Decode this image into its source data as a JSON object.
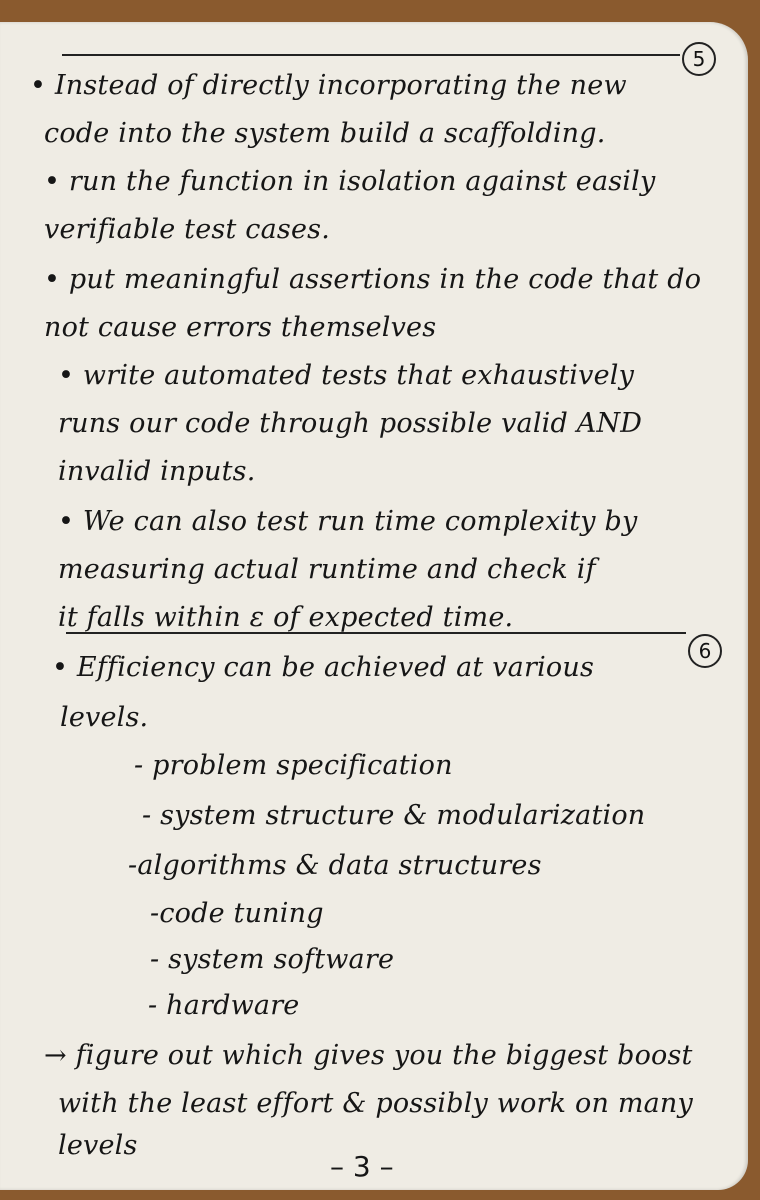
{
  "section5": {
    "number": "5",
    "lines": [
      "• Instead of directly incorporating the new",
      "code into the system build a scaffolding.",
      "• run the function in isolation against easily",
      "verifiable test cases.",
      "• put meaningful assertions in the code that do",
      "not cause errors themselves",
      "• write automated tests that exhaustively",
      "runs our code through possible valid AND",
      "invalid inputs.",
      "• We can also test run time complexity by",
      "measuring actual runtime and check if",
      "it falls within ε of expected time."
    ]
  },
  "section6": {
    "number": "6",
    "lines": [
      "• Efficiency can be achieved at various",
      "levels.",
      "- problem specification",
      "- system structure & modularization",
      "-algorithms & data structures",
      "-code tuning",
      "- system software",
      "- hardware",
      "→ figure out which gives you the biggest boost",
      "with the least effort & possibly work on many",
      "levels"
    ]
  },
  "footer": {
    "page_number": "– 3 –"
  }
}
